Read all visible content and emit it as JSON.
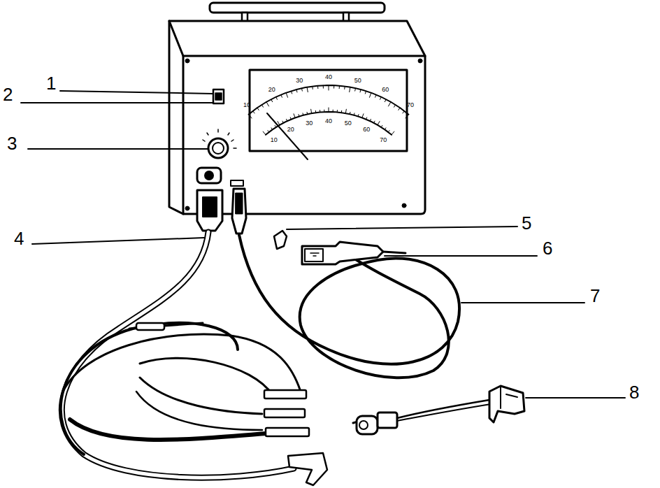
{
  "diagram": {
    "labels": [
      "1",
      "2",
      "3",
      "4",
      "5",
      "6",
      "7",
      "8",
      "10",
      "20",
      "30",
      "40",
      "50",
      "60",
      "70",
      "10",
      "20",
      "30",
      "40",
      "50",
      "60",
      "70"
    ]
  }
}
